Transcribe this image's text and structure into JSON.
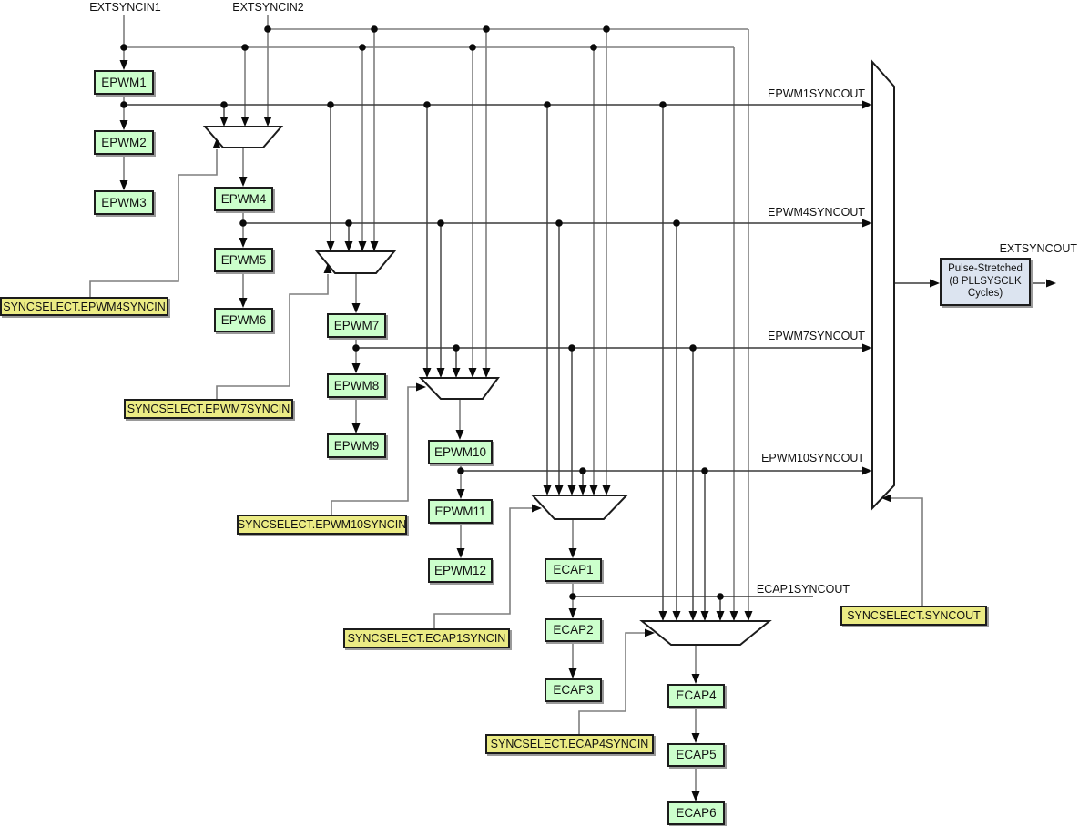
{
  "colors": {
    "module_fill": "#ccffcc",
    "select_fill": "#ebeb84",
    "pulse_fill": "#dce4f0",
    "wire": "#7f7f7f",
    "bus": "#3a3a3a"
  },
  "top_inputs": {
    "ext1": "EXTSYNCIN1",
    "ext2": "EXTSYNCIN2"
  },
  "modules": {
    "epwm1": "EPWM1",
    "epwm2": "EPWM2",
    "epwm3": "EPWM3",
    "epwm4": "EPWM4",
    "epwm5": "EPWM5",
    "epwm6": "EPWM6",
    "epwm7": "EPWM7",
    "epwm8": "EPWM8",
    "epwm9": "EPWM9",
    "epwm10": "EPWM10",
    "epwm11": "EPWM11",
    "epwm12": "EPWM12",
    "ecap1": "ECAP1",
    "ecap2": "ECAP2",
    "ecap3": "ECAP3",
    "ecap4": "ECAP4",
    "ecap5": "ECAP5",
    "ecap6": "ECAP6"
  },
  "sync_selects": {
    "epwm4": "SYNCSELECT.EPWM4SYNCIN",
    "epwm7": "SYNCSELECT.EPWM7SYNCIN",
    "epwm10": "SYNCSELECT.EPWM10SYNCIN",
    "ecap1": "SYNCSELECT.ECAP1SYNCIN",
    "ecap4": "SYNCSELECT.ECAP4SYNCIN",
    "syncout": "SYNCSELECT.SYNCOUT"
  },
  "signals": {
    "epwm1syncout": "EPWM1SYNCOUT",
    "epwm4syncout": "EPWM4SYNCOUT",
    "epwm7syncout": "EPWM7SYNCOUT",
    "epwm10syncout": "EPWM10SYNCOUT",
    "ecap1syncout": "ECAP1SYNCOUT",
    "extsyncout": "EXTSYNCOUT"
  },
  "pulse_block": {
    "line1": "Pulse-Stretched",
    "line2": "(8 PLLSYSCLK",
    "line3": "Cycles)"
  }
}
